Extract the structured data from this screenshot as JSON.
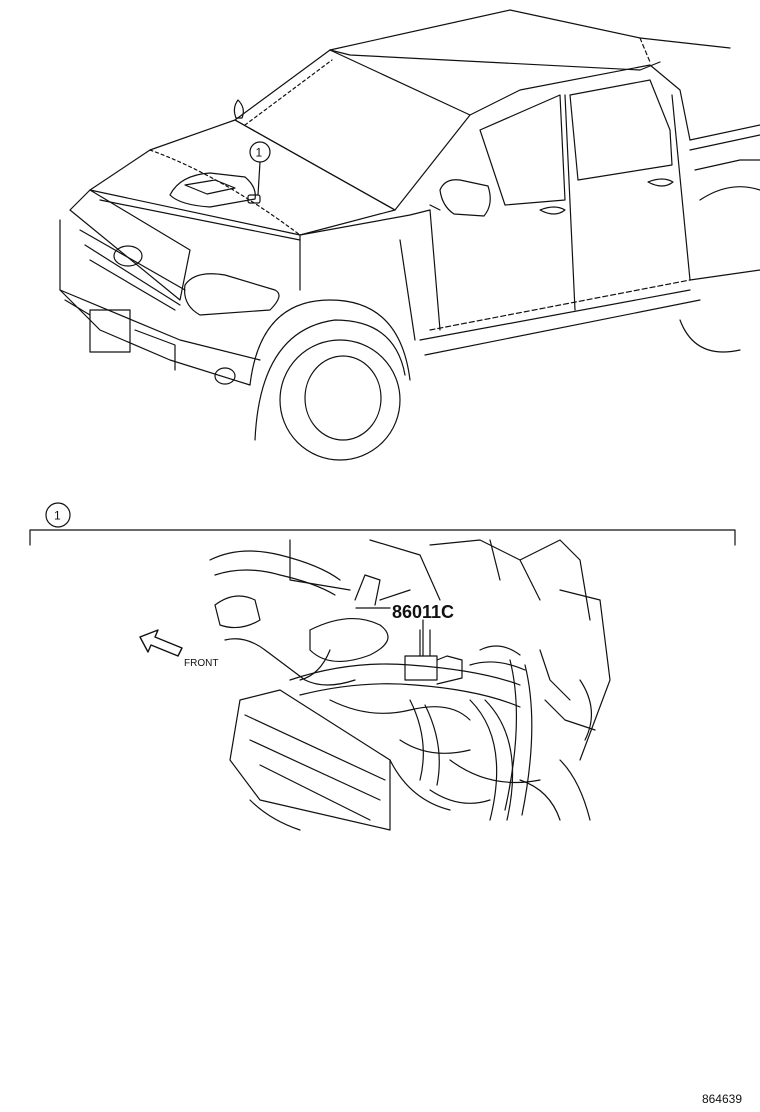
{
  "callouts": {
    "top_marker": "1",
    "section_marker": "1"
  },
  "parts": {
    "connector_part_number": "86011C"
  },
  "labels": {
    "front": "FRONT"
  },
  "footer": {
    "diagram_id": "864639"
  }
}
